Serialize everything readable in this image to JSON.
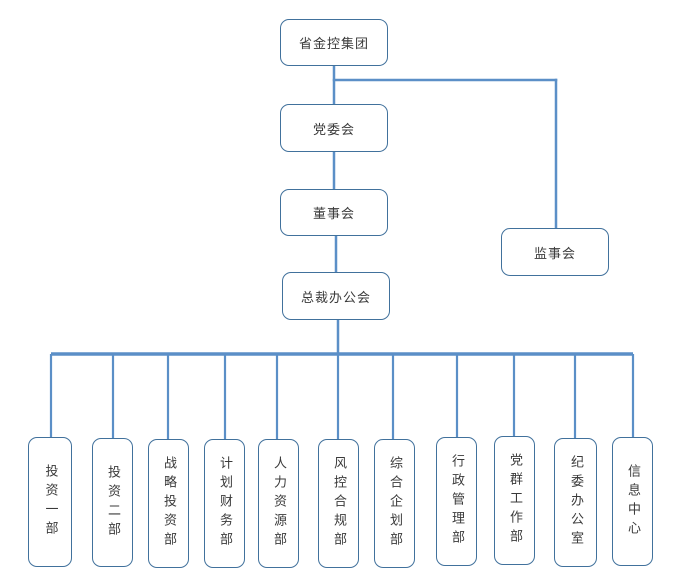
{
  "colors": {
    "connector": "#5b8fc7",
    "box_border": "#41719c",
    "text": "#3a3a3a"
  },
  "org_chart": {
    "root": "省金控集团",
    "party_committee": "党委会",
    "board": "董事会",
    "supervisory_board": "监事会",
    "executive_office": "总裁办公会",
    "departments": [
      "投资一部",
      "投资二部",
      "战略投资部",
      "计划财务部",
      "人力资源部",
      "风控合规部",
      "综合企划部",
      "行政管理部",
      "党群工作部",
      "纪委办公室",
      "信息中心"
    ]
  }
}
